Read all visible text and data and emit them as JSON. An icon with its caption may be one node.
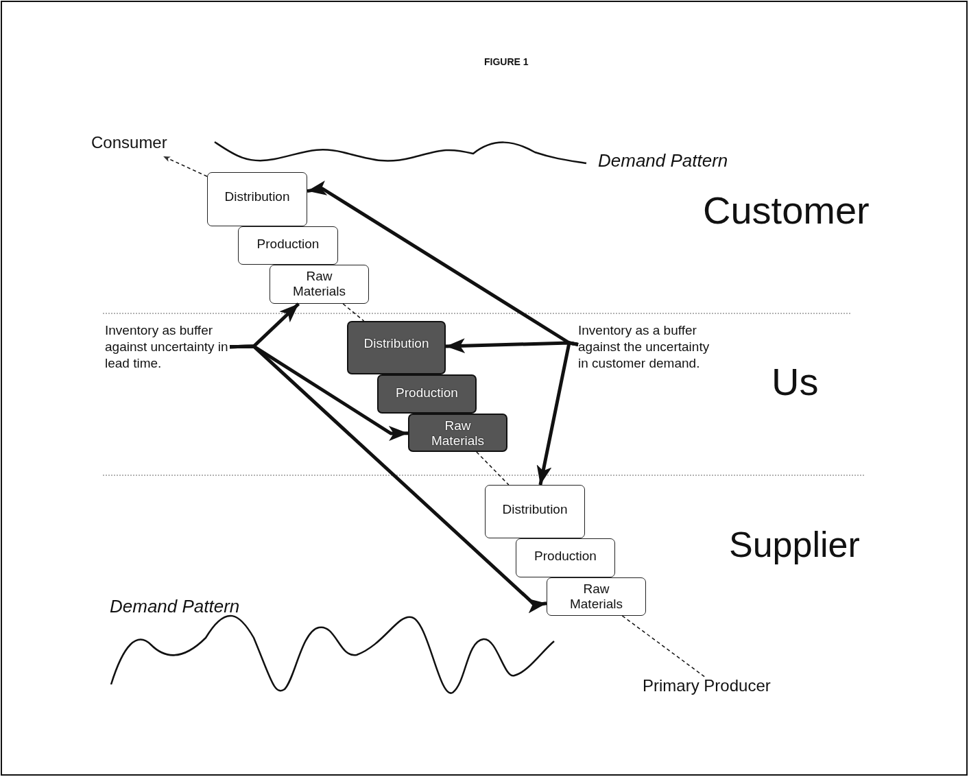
{
  "diagram": {
    "title": "FIGURE 1",
    "nodes": [
      {
        "text": [
          "Consumer"
        ]
      },
      {
        "text": [
          "Distribution"
        ]
      },
      {
        "text": [
          "Production"
        ]
      },
      {
        "text": [
          "Raw Materials"
        ]
      },
      {
        "text": [
          "Inventory as buffer against uncertainty in lead time."
        ]
      },
      {
        "text": [
          "Distribution"
        ]
      },
      {
        "text": [
          "Production"
        ]
      },
      {
        "text": [
          "Raw Materials"
        ]
      },
      {
        "text": [
          "Inventory as a buffer against the uncertainty in customer demand."
        ]
      },
      {
        "text": [
          "Distribution"
        ]
      },
      {
        "text": [
          "Production"
        ]
      },
      {
        "text": [
          "Raw Materials"
        ]
      },
      {
        "text": [
          "Primary Producer"
        ]
      }
    ],
    "edges": [
      {
        "from": 1,
        "to": 0,
        "arrow": "to",
        "style": "dashed"
      },
      {
        "from": 3,
        "to": 5,
        "arrow": "none",
        "style": "dashed"
      },
      {
        "from": 7,
        "to": 9,
        "arrow": "none",
        "style": "dashed"
      },
      {
        "from": 11,
        "to": 12,
        "arrow": "none",
        "style": "dashed"
      },
      {
        "from": 8,
        "to": 1,
        "arrow": "to"
      },
      {
        "from": 8,
        "to": 5,
        "arrow": "to"
      },
      {
        "from": 8,
        "to": 9,
        "arrow": "to"
      },
      {
        "from": 4,
        "to": 3,
        "arrow": "to"
      },
      {
        "from": 4,
        "to": 7,
        "arrow": "to"
      },
      {
        "from": 4,
        "to": 11,
        "arrow": "to"
      }
    ],
    "labels": [
      "Demand Pattern",
      "Customer",
      "Us",
      "Supplier",
      "Demand Pattern"
    ]
  }
}
